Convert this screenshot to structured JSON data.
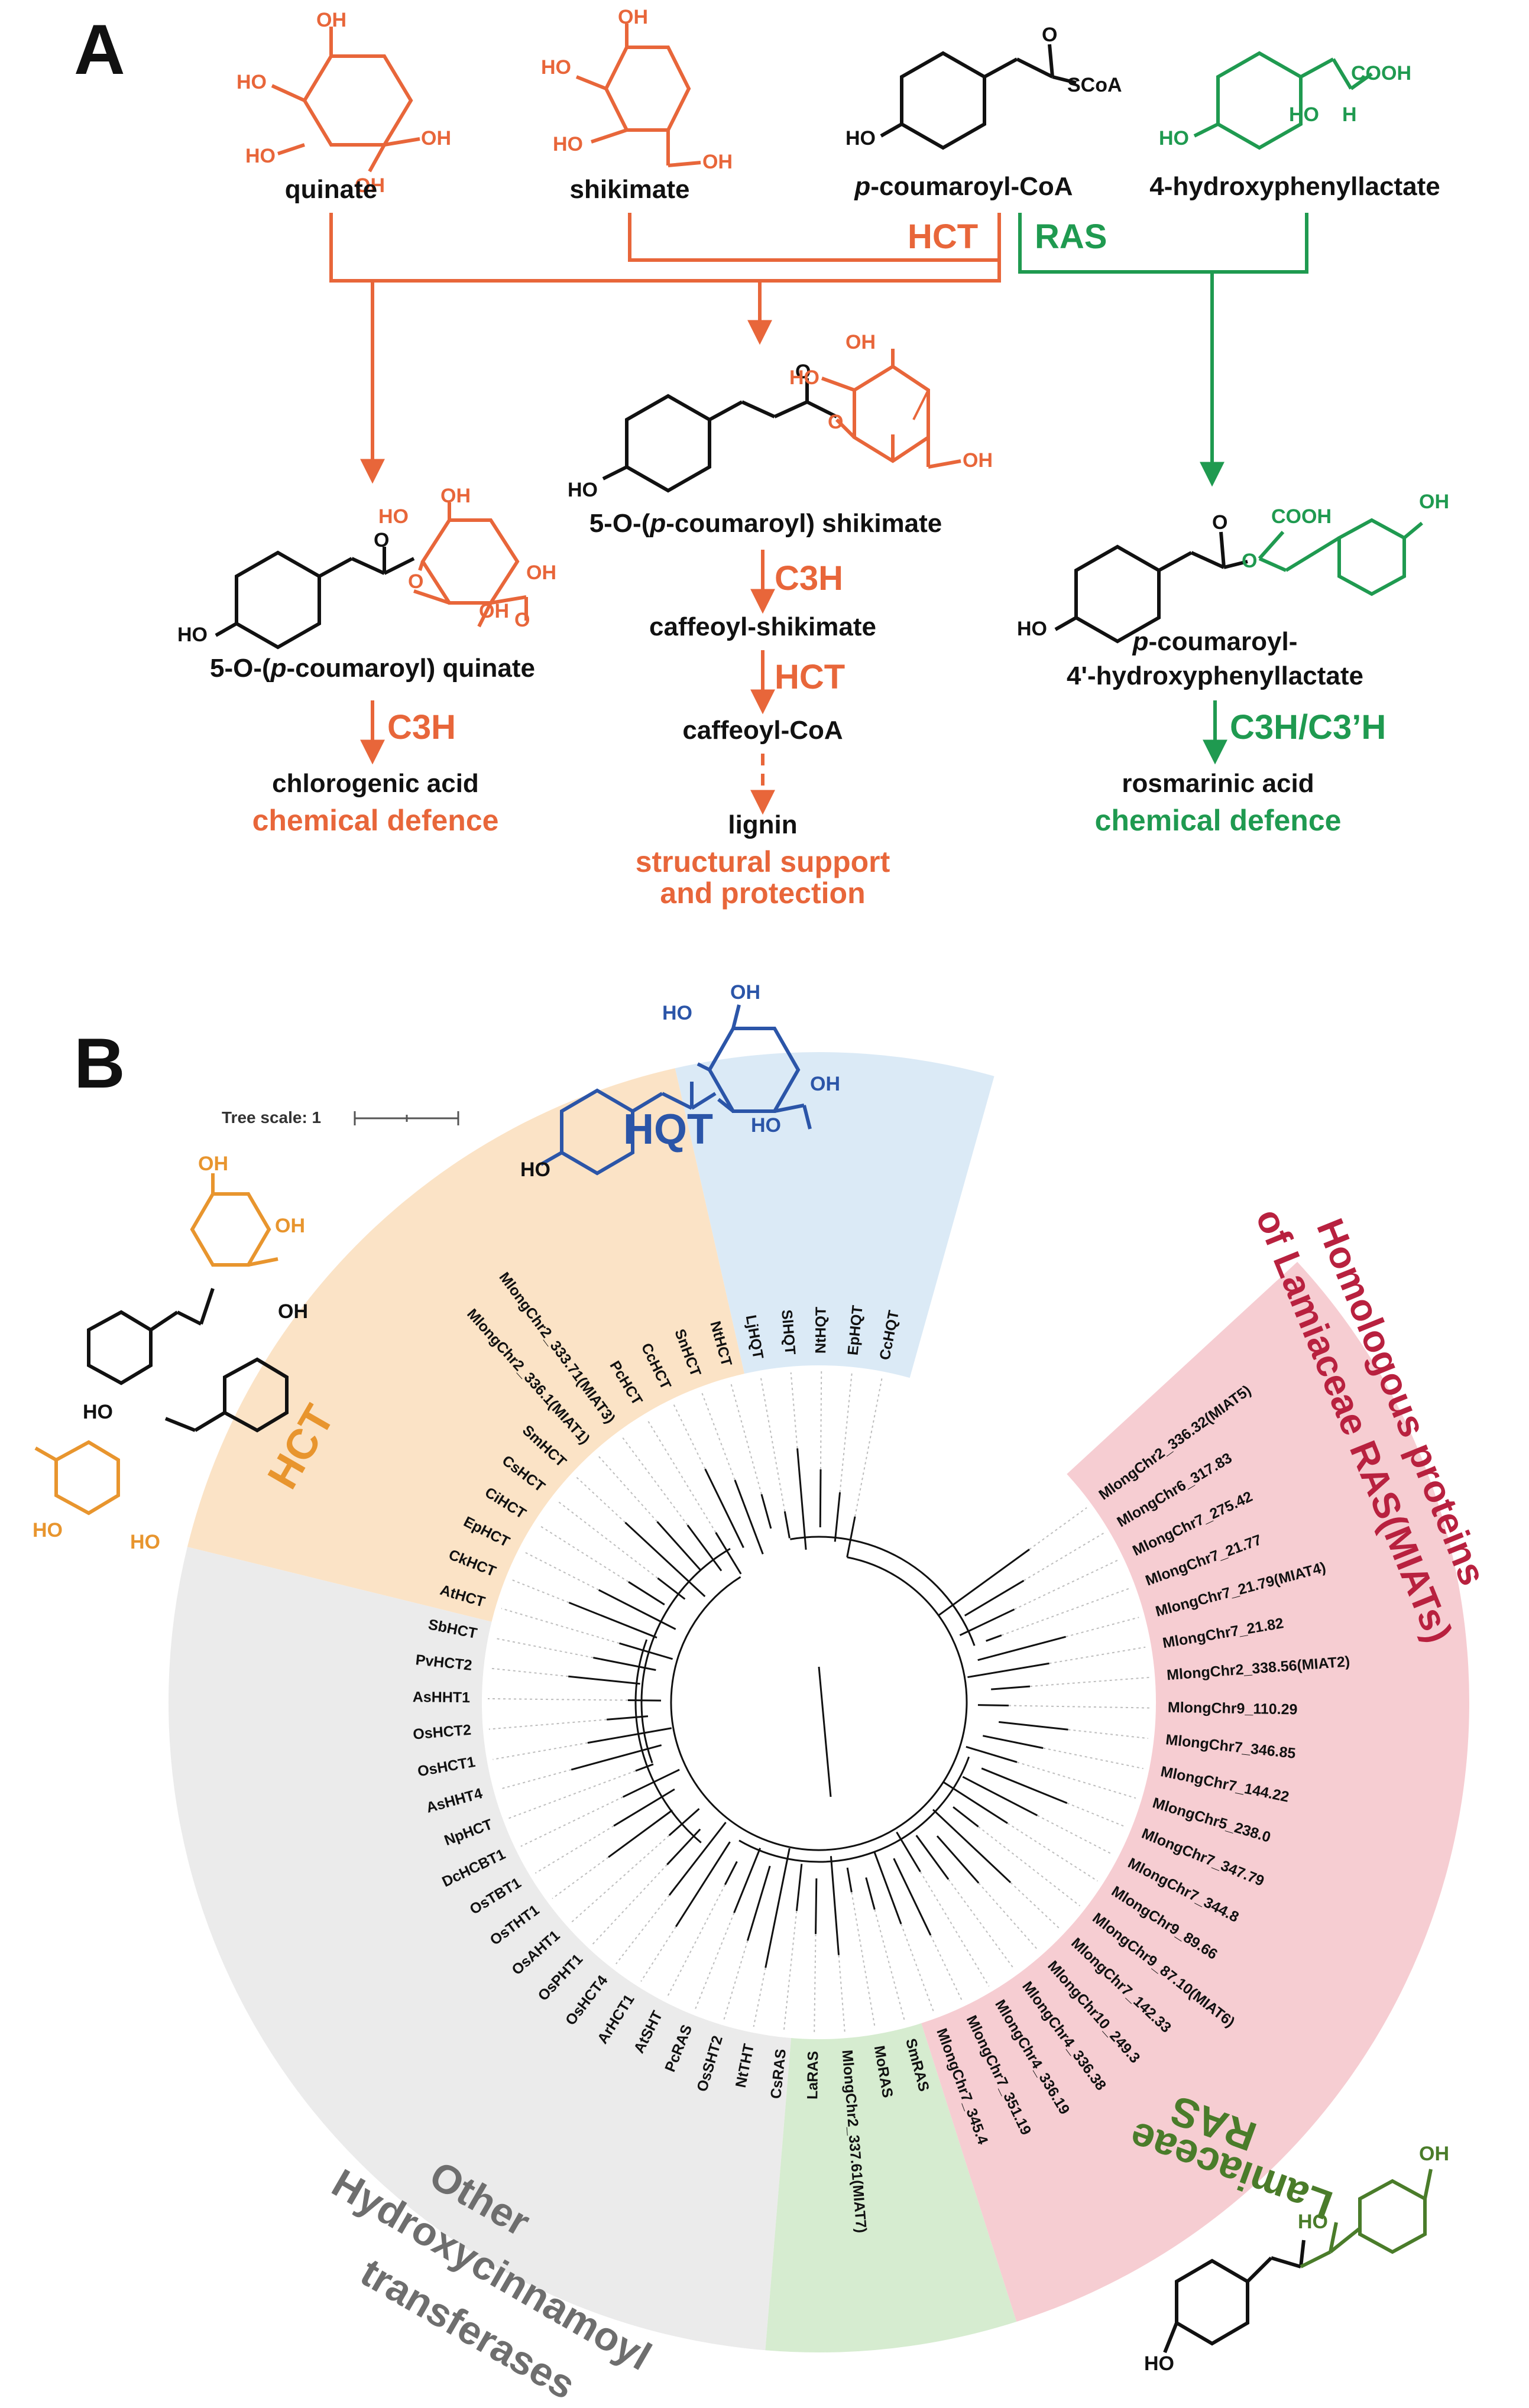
{
  "colors": {
    "orange_pathway": "#e8663a",
    "green_pathway": "#1f9a50",
    "hqt_blue": "#2b55a8",
    "hct_orange": "#e8952e",
    "ras_green_dark": "#4a7c2a",
    "miat_red": "#b8213f",
    "other_gray": "#6e6e6e",
    "bg_hqt": "#dbeaf6",
    "bg_hct": "#fbe3c6",
    "bg_miat": "#f6cdd2",
    "bg_ras": "#d6ecd0",
    "bg_other": "#ebebeb"
  },
  "panelA": {
    "label": "A",
    "compounds": {
      "quinate": "quinate",
      "shikimate": "shikimate",
      "coumaroyl_coa_italic": "p",
      "coumaroyl_coa_rest": "-coumaroyl-CoA",
      "hppl": "4-hydroxyphenyllactate",
      "coumaroyl_shikimate_pre": "5-O-(",
      "coumaroyl_shikimate_italic": "p",
      "coumaroyl_shikimate_post": "-coumaroyl) shikimate",
      "coumaroyl_quinate_pre": "5-O-(",
      "coumaroyl_quinate_italic": "p",
      "coumaroyl_quinate_post": "-coumaroyl) quinate",
      "coumaroyl_hppl_line1_italic": "p",
      "coumaroyl_hppl_line1_rest": "-coumaroyl-",
      "coumaroyl_hppl_line2": "4'-hydroxyphenyllactate",
      "caffeoyl_shikimate": "caffeoyl-shikimate",
      "caffeoyl_coa": "caffeoyl-CoA",
      "lignin": "lignin",
      "chlorogenic_acid": "chlorogenic acid",
      "rosmarinic_acid": "rosmarinic acid"
    },
    "enzymes": {
      "hct_top": "HCT",
      "ras_top": "RAS",
      "c3h_left": "C3H",
      "c3h_mid": "C3H",
      "hct_mid": "HCT",
      "c3h_c3ph": "C3H/C3’H"
    },
    "roles": {
      "chem_defence_left": "chemical defence",
      "structural_line1": "structural support",
      "structural_line2": "and protection",
      "chem_defence_right": "chemical defence"
    },
    "atoms": {
      "oh": "OH",
      "ho": "HO",
      "o": "O",
      "scoa": "SCoA",
      "cooh": "COOH",
      "h": "H"
    }
  },
  "panelB": {
    "label": "B",
    "tree_scale": "Tree scale: 1",
    "clades": {
      "hqt": "HQT",
      "hct": "HCT",
      "miat_line1": "Homologous proteins",
      "miat_line2": "of Lamiaceae RAS(MIATs)",
      "ras_line1": "Lamiaceae",
      "ras_line2": "RAS",
      "other_line1": "Other",
      "other_line2": "Hydroxycinnamoyl",
      "other_line3": "transferases"
    },
    "leaves": [
      "CcHQT",
      "EpHQT",
      "NtHQT",
      "SlHQT",
      "LjHQT",
      "NtHCT",
      "SnHCT",
      "CcHCT",
      "PcHCT",
      "MlongChr2_333.71(MIAT3)",
      "MlongChr2_336.1(MIAT1)",
      "SmHCT",
      "CsHCT",
      "CiHCT",
      "EpHCT",
      "CkHCT",
      "AtHCT",
      "SbHCT",
      "PvHCT2",
      "AsHHT1",
      "OsHCT2",
      "OsHCT1",
      "AsHHT4",
      "NpHCT",
      "DcHCBT1",
      "OsTBT1",
      "OsTHT1",
      "OsAHT1",
      "OsPHT1",
      "OsHCT4",
      "ArHCT1",
      "AtSHT",
      "PcRAS",
      "OsSHT2",
      "NtTHT",
      "CsRAS",
      "LaRAS",
      "MlongChr2_337.61(MIAT7)",
      "MoRAS",
      "SmRAS",
      "MlongChr7_345.4",
      "MlongChr7_351.19",
      "MlongChr4_336.19",
      "MlongChr4_336.38",
      "MlongChr10_249.3",
      "MlongChr7_142.33",
      "MlongChr9_87.10(MIAT6)",
      "MlongChr9_89.66",
      "MlongChr7_344.8",
      "MlongChr7_347.79",
      "MlongChr5_238.0",
      "MlongChr7_144.22",
      "MlongChr7_346.85",
      "MlongChr9_110.29",
      "MlongChr2_338.56(MIAT2)",
      "MlongChr7_21.82",
      "MlongChr7_21.79(MIAT4)",
      "MlongChr7_21.77",
      "MlongChr7_275.42",
      "MlongChr6_317.83",
      "MlongChr2_336.32(MIAT5)"
    ]
  }
}
